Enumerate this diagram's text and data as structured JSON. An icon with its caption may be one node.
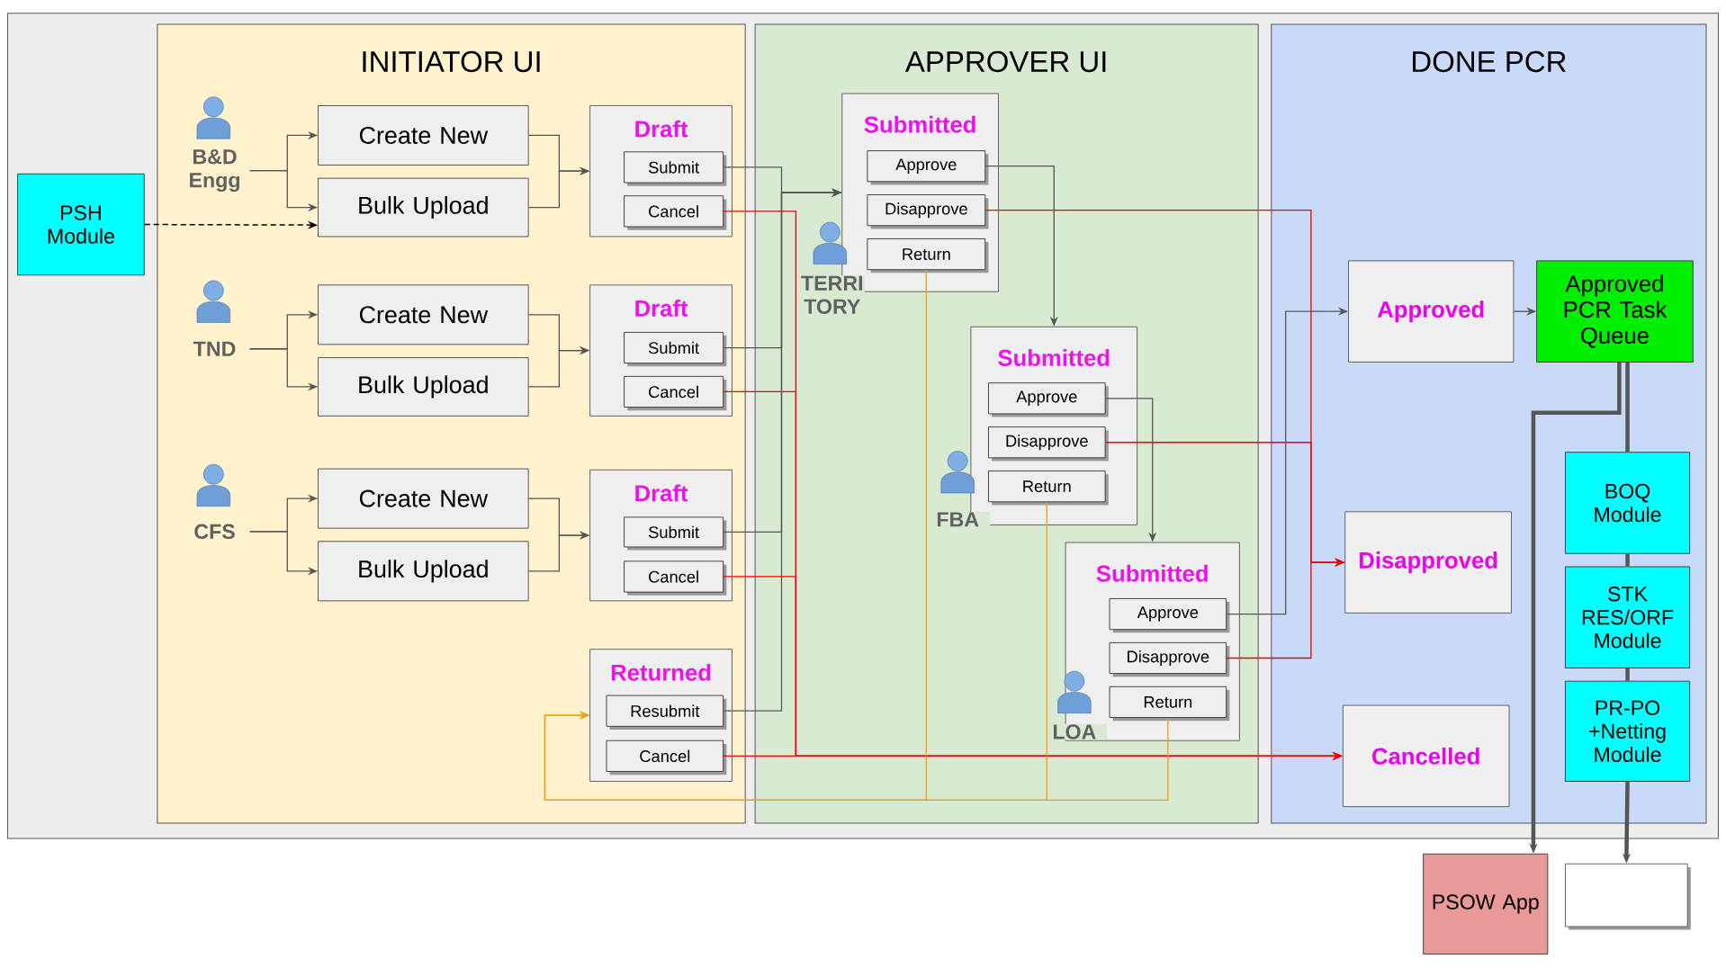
{
  "diagram": {
    "nodes": [
      {
        "text": [
          "PSH Module"
        ]
      },
      {
        "text": [
          "INITIATOR UI"
        ]
      },
      {
        "text": [
          "APPROVER UI"
        ]
      },
      {
        "text": [
          "DONE PCR"
        ]
      },
      {
        "text": [
          "B&D Engg"
        ],
        "in": 1
      },
      {
        "text": [
          "Create New"
        ],
        "in": 1
      },
      {
        "text": [
          "Bulk Upload"
        ],
        "in": 1
      },
      {
        "text": [
          "Draft"
        ],
        "in": 1
      },
      {
        "text": [
          "Submit"
        ],
        "in": 7
      },
      {
        "text": [
          "Cancel"
        ],
        "in": 7
      },
      {
        "text": [
          "TND"
        ],
        "in": 1
      },
      {
        "text": [
          "Create New"
        ],
        "in": 1
      },
      {
        "text": [
          "Bulk Upload"
        ],
        "in": 1
      },
      {
        "text": [
          "Draft"
        ],
        "in": 1
      },
      {
        "text": [
          "Submit"
        ],
        "in": 13
      },
      {
        "text": [
          "Cancel"
        ],
        "in": 13
      },
      {
        "text": [
          "CFS"
        ],
        "in": 1
      },
      {
        "text": [
          "Create New"
        ],
        "in": 1
      },
      {
        "text": [
          "Bulk Upload"
        ],
        "in": 1
      },
      {
        "text": [
          "Draft"
        ],
        "in": 1
      },
      {
        "text": [
          "Submit"
        ],
        "in": 19
      },
      {
        "text": [
          "Cancel"
        ],
        "in": 19
      },
      {
        "text": [
          "Returned"
        ],
        "in": 1
      },
      {
        "text": [
          "Resubmit"
        ],
        "in": 22
      },
      {
        "text": [
          "Cancel"
        ],
        "in": 22
      },
      {
        "text": [
          "Submitted"
        ],
        "in": 2
      },
      {
        "text": [
          "Approve"
        ],
        "in": 25
      },
      {
        "text": [
          "Disapprove"
        ],
        "in": 25
      },
      {
        "text": [
          "Return"
        ],
        "in": 25
      },
      {
        "text": [
          "Submitted"
        ],
        "in": 2
      },
      {
        "text": [
          "Approve"
        ],
        "in": 29
      },
      {
        "text": [
          "Disapprove"
        ],
        "in": 29
      },
      {
        "text": [
          "Return"
        ],
        "in": 29
      },
      {
        "text": [
          "Submitted"
        ],
        "in": 2
      },
      {
        "text": [
          "Approve"
        ],
        "in": 33
      },
      {
        "text": [
          "Disapprove"
        ],
        "in": 33
      },
      {
        "text": [
          "Return"
        ],
        "in": 33
      },
      {
        "text": [
          "Approved"
        ],
        "in": 3
      },
      {
        "text": [
          "Approved PCR Task Queue"
        ],
        "in": 3
      },
      {
        "text": [
          "Disapproved"
        ],
        "in": 3
      },
      {
        "text": [
          "Cancelled"
        ],
        "in": 3
      },
      {
        "text": [
          "BOQ Module"
        ],
        "in": 3
      },
      {
        "text": [
          "STK RES/ORF Module"
        ],
        "in": 3
      },
      {
        "text": [
          "PR-PO +Netting Module"
        ],
        "in": 3
      },
      {
        "text": [
          "PSOW App"
        ]
      },
      {
        "text": [],
        "shape": "box"
      }
    ],
    "edges": [
      {
        "from": 4,
        "to": 5,
        "arrow": "to"
      },
      {
        "from": 4,
        "to": 6,
        "arrow": "to"
      },
      {
        "from": 5,
        "to": 7,
        "arrow": "to"
      },
      {
        "from": 6,
        "to": 7,
        "arrow": "to"
      },
      {
        "from": 0,
        "to": 6,
        "arrow": "to",
        "style": "dashed",
        "color": "#000000"
      },
      {
        "from": 10,
        "to": 11,
        "arrow": "to"
      },
      {
        "from": 10,
        "to": 12,
        "arrow": "to"
      },
      {
        "from": 11,
        "to": 13,
        "arrow": "to"
      },
      {
        "from": 12,
        "to": 13,
        "arrow": "to"
      },
      {
        "from": 16,
        "to": 17,
        "arrow": "to"
      },
      {
        "from": 16,
        "to": 18,
        "arrow": "to"
      },
      {
        "from": 17,
        "to": 19,
        "arrow": "to"
      },
      {
        "from": 18,
        "to": 19,
        "arrow": "to"
      },
      {
        "from": 8,
        "to": 25,
        "arrow": "to"
      },
      {
        "from": 14,
        "to": 25,
        "arrow": "to"
      },
      {
        "from": 20,
        "to": 25,
        "arrow": "to"
      },
      {
        "from": 23,
        "to": 25,
        "arrow": "to"
      },
      {
        "from": 9,
        "to": 40,
        "arrow": "to",
        "color": "#ee0000"
      },
      {
        "from": 15,
        "to": 40,
        "arrow": "to",
        "color": "#ee0000"
      },
      {
        "from": 21,
        "to": 40,
        "arrow": "to",
        "color": "#ee0000"
      },
      {
        "from": 24,
        "to": 40,
        "arrow": "to",
        "color": "#ee0000"
      },
      {
        "from": 26,
        "to": 29,
        "arrow": "to"
      },
      {
        "from": 30,
        "to": 33,
        "arrow": "to"
      },
      {
        "from": 34,
        "to": 37,
        "arrow": "to"
      },
      {
        "from": 27,
        "to": 39,
        "arrow": "to",
        "color": "#ee0000"
      },
      {
        "from": 31,
        "to": 39,
        "arrow": "to",
        "color": "#ee0000"
      },
      {
        "from": 35,
        "to": 39,
        "arrow": "to",
        "color": "#ee0000"
      },
      {
        "from": 28,
        "to": 22,
        "arrow": "to",
        "color": "#f0a020"
      },
      {
        "from": 32,
        "to": 22,
        "arrow": "to",
        "color": "#f0a020"
      },
      {
        "from": 36,
        "to": 22,
        "arrow": "to",
        "color": "#f0a020"
      },
      {
        "from": 37,
        "to": 38,
        "arrow": "to"
      },
      {
        "from": 38,
        "to": 44,
        "arrow": "to",
        "style": "thick"
      },
      {
        "from": 38,
        "to": 41,
        "arrow": "none",
        "style": "thick"
      },
      {
        "from": 41,
        "to": 42,
        "arrow": "none",
        "style": "thick"
      },
      {
        "from": 42,
        "to": 43,
        "arrow": "none",
        "style": "thick"
      },
      {
        "from": 43,
        "to": 45,
        "arrow": "to",
        "style": "thick"
      }
    ],
    "labels": [
      "TERRI TORY",
      "FBA",
      "LOA"
    ]
  }
}
